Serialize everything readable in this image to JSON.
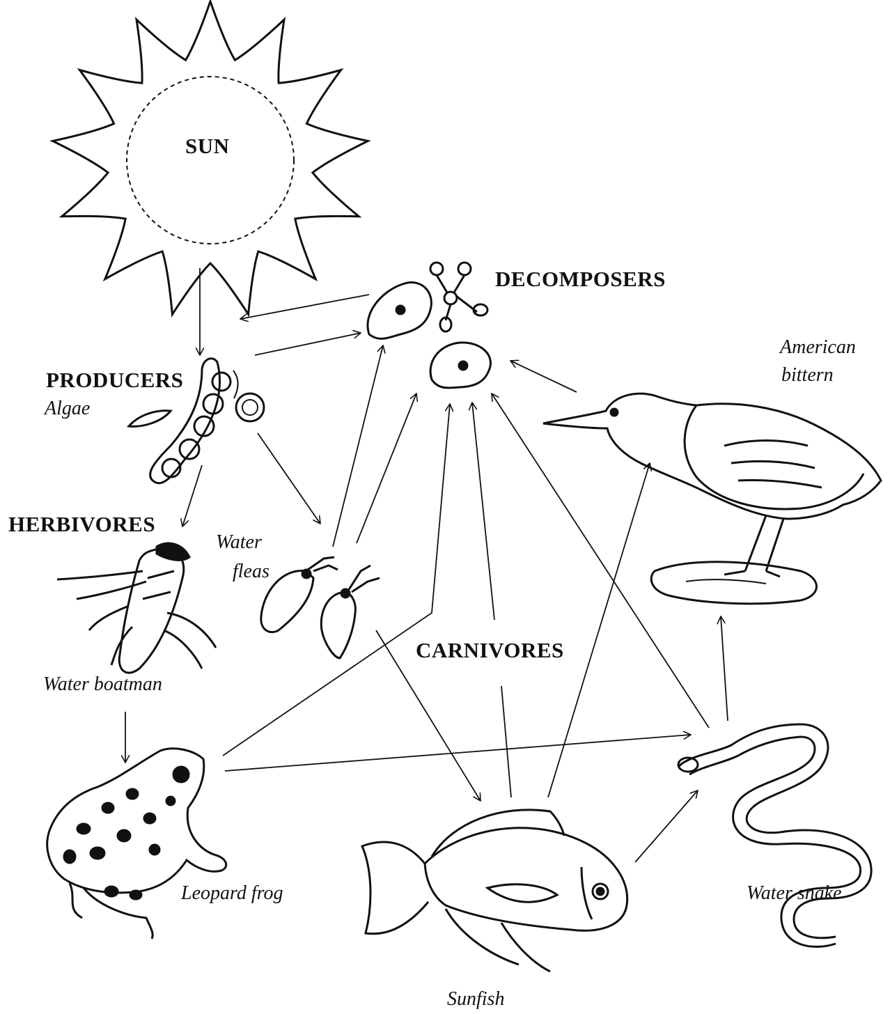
{
  "labels": {
    "sun": "SUN",
    "decomposers": "DECOMPOSERS",
    "producers": "PRODUCERS",
    "algae": "Algae",
    "herbivores": "HERBIVORES",
    "water_fleas_1": "Water",
    "water_fleas_2": "fleas",
    "water_boatman": "Water boatman",
    "carnivores": "CARNIVORES",
    "bittern_1": "American",
    "bittern_2": "bittern",
    "leopard_frog": "Leopard frog",
    "water_snake": "Water snake",
    "sunfish": "Sunfish"
  },
  "food_web_links": [
    {
      "from": "Sun",
      "to": "Algae"
    },
    {
      "from": "Algae",
      "to": "Water boatman"
    },
    {
      "from": "Algae",
      "to": "Water fleas"
    },
    {
      "from": "Water boatman",
      "to": "Leopard frog"
    },
    {
      "from": "Water fleas",
      "to": "Sunfish"
    },
    {
      "from": "Leopard frog",
      "to": "Water snake"
    },
    {
      "from": "Sunfish",
      "to": "Water snake"
    },
    {
      "from": "Sunfish",
      "to": "American bittern"
    },
    {
      "from": "Water snake",
      "to": "American bittern"
    },
    {
      "from": "Algae",
      "to": "Decomposers"
    },
    {
      "from": "Water fleas",
      "to": "Decomposers"
    },
    {
      "from": "Leopard frog",
      "to": "Decomposers"
    },
    {
      "from": "Sunfish",
      "to": "Decomposers"
    },
    {
      "from": "Water snake",
      "to": "Decomposers"
    },
    {
      "from": "American bittern",
      "to": "Decomposers"
    },
    {
      "from": "Decomposers",
      "to": "Sun"
    }
  ],
  "colors": {
    "ink": "#111111",
    "background": "#ffffff"
  }
}
